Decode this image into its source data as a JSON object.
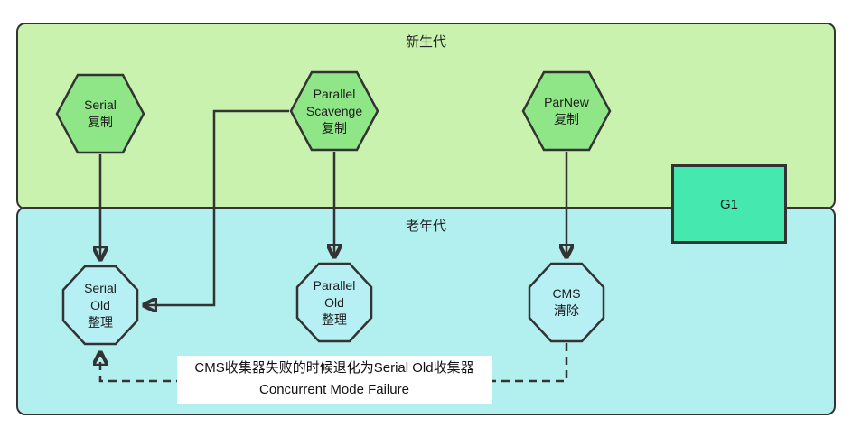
{
  "diagram": {
    "title": "JVM garbage collector relationships",
    "regions": {
      "young": {
        "label": "新生代"
      },
      "old": {
        "label": "老年代"
      }
    },
    "nodes": {
      "serial": {
        "lines": [
          "Serial",
          "复制"
        ]
      },
      "parallel_scavenge": {
        "lines": [
          "Parallel",
          "Scavenge",
          "复制"
        ]
      },
      "parnew": {
        "lines": [
          "ParNew",
          "复制"
        ]
      },
      "g1": {
        "label": "G1"
      },
      "serial_old": {
        "lines": [
          "Serial",
          "Old",
          "整理"
        ]
      },
      "parallel_old": {
        "lines": [
          "Parallel",
          "Old",
          "整理"
        ]
      },
      "cms": {
        "lines": [
          "CMS",
          "清除"
        ]
      }
    },
    "annotation": {
      "line1": "CMS收集器失败的时候退化为Serial Old收集器",
      "line2": "Concurrent Mode Failure"
    },
    "colors": {
      "young_region_bg": "#c9f2ae",
      "old_region_bg": "#b2f0ef",
      "hexagon_fill": "#8ee687",
      "octagon_fill": "#b6f0f4",
      "g1_fill": "#45e8ae",
      "border": "#333333"
    }
  }
}
